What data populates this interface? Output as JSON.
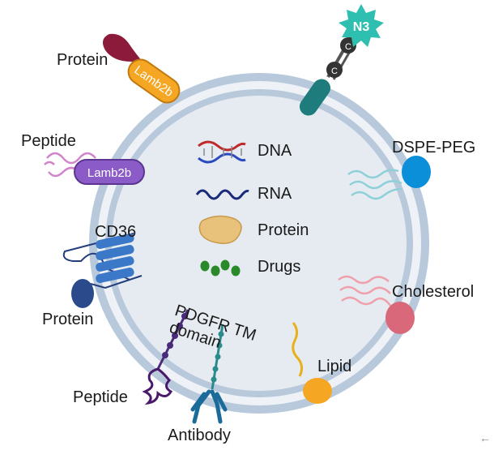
{
  "vesicle": {
    "legend": [
      {
        "name": "dna-icon",
        "label": "DNA"
      },
      {
        "name": "rna-icon",
        "label": "RNA"
      },
      {
        "name": "protein-icon",
        "label": "Protein"
      },
      {
        "name": "drugs-icon",
        "label": "Drugs"
      }
    ]
  },
  "surface_labels": {
    "protein_top": "Protein",
    "lamb2b_top": "Lamb2b",
    "peptide_top": "Peptide",
    "lamb2b_mid": "Lamb2b",
    "cd36": "CD36",
    "protein_bottom": "Protein",
    "pdgfr": "PDGFR TM domain",
    "peptide_bottom": "Peptide",
    "antibody": "Antibody",
    "lipid": "Lipid",
    "cholesterol": "Cholesterol",
    "dspe_peg": "DSPE-PEG",
    "azide": "N3",
    "azide_c1": "C",
    "azide_c2": "C"
  },
  "colors": {
    "membrane_outer": "#b8c9dc",
    "membrane_inner": "#dde6ef",
    "lumen": "#e9edf2",
    "lamb2b": "#f5a623",
    "lamb2b_purple": "#8b5cc7",
    "cd36": "#3b78c8",
    "dspe": "#0a8fd8",
    "cholesterol": "#d9687a",
    "lipid": "#f5a623",
    "azide": "#2fbfb0",
    "teal": "#1f7c7c"
  },
  "corner_glyph": "←"
}
